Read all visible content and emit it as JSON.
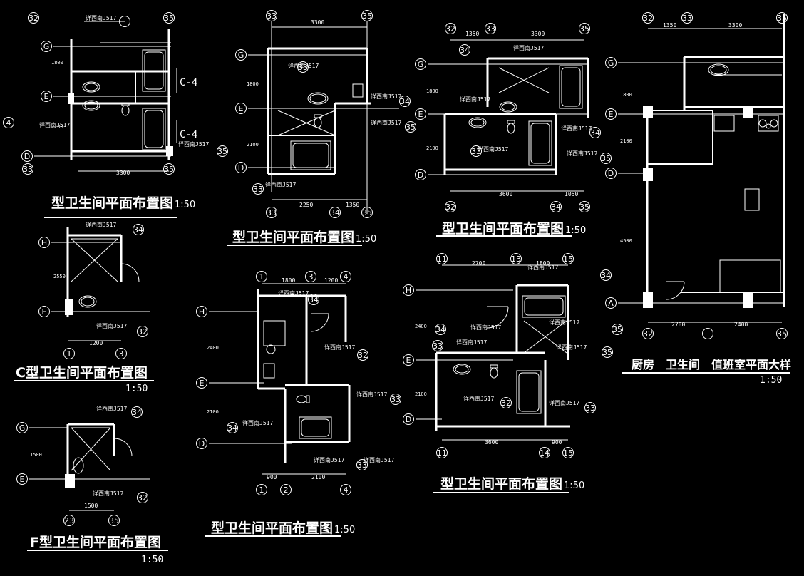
{
  "titles": [
    {
      "main": "型卫生间平面布置图",
      "scale": "1:50"
    },
    {
      "main": "型卫生间平面布置图",
      "scale": "1:50"
    },
    {
      "main": "型卫生间平面布置图",
      "scale": "1:50"
    },
    {
      "main": "C型卫生间平面布置图",
      "scale": "1:50"
    },
    {
      "main": "型卫生间平面布置图",
      "scale": "1:50"
    },
    {
      "main": "型卫生间平面布置图",
      "scale": "1:50"
    },
    {
      "main": "F型卫生间平面布置图",
      "scale": "1:50"
    },
    {
      "main": "厨房　卫生间　值班室平面大样",
      "scale": "1:50"
    }
  ],
  "section_mark": "C-4",
  "ref_note": "详西南J517",
  "grid_labels": [
    "G",
    "E",
    "D",
    "H",
    "A",
    "32",
    "33",
    "34",
    "35",
    "11",
    "13",
    "14",
    "15",
    "23",
    "1",
    "2",
    "3",
    "4"
  ],
  "dimensions": [
    "3300",
    "1350",
    "2250",
    "1050",
    "3600",
    "2100",
    "1800",
    "1200",
    "900",
    "2700",
    "2550",
    "2400",
    "1500"
  ]
}
